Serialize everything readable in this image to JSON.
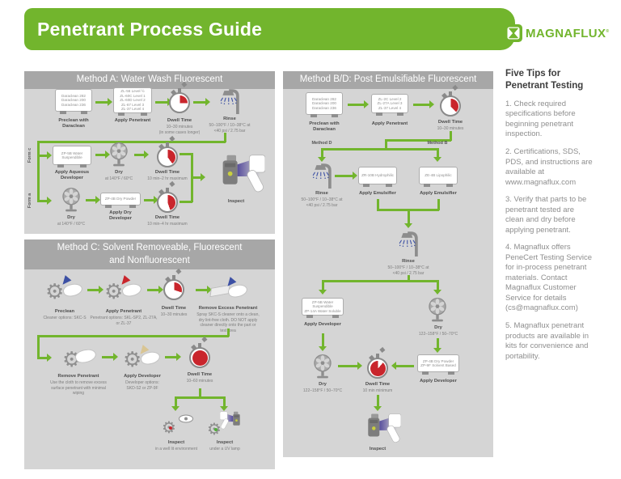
{
  "header": {
    "title": "Penetrant Process Guide",
    "brand": "MAGNAFLUX",
    "brand_reg": "®"
  },
  "method_a": {
    "title": "Method A: Water Wash Fluorescent",
    "preclean_tank": "Daraclean 282\nDaraclean 200\nDaraclean 236",
    "preclean_label": "Preclean with\nDaraclean",
    "penetrant_tank": "ZL-56 Level ½\nZL-60C Level 1\nZL-60D Level 2\nZL-67 Level 3\nZL-37 Level 4",
    "penetrant_label": "Apply Penetrant",
    "dwell1_label": "Dwell Time",
    "dwell1_detail": "10–30 minutes\n(in some cases longer)",
    "rinse_label": "Rinse",
    "rinse_detail": "50–100°F / 10–38°C at\n<40 psi / 2.75 bar",
    "form_c": "Form c",
    "form_a": "Form a",
    "aq_dev_tank": "ZP-5B Water\nSuspendible",
    "aq_dev_label": "Apply Aqueous\nDeveloper",
    "dry_c_label": "Dry",
    "dry_c_detail": "at 140°F / 60°C",
    "dwell_c_label": "Dwell Time",
    "dwell_c_detail": "10 min–2 hr maximum",
    "dry_a_label": "Dry",
    "dry_a_detail": "at 140°F / 60°C",
    "dry_dev_tank": "ZP-4B Dry Powder",
    "dry_dev_label": "Apply Dry\nDeveloper",
    "dwell_a_label": "Dwell Time",
    "dwell_a_detail": "10 min–4 hr maximum",
    "inspect_label": "Inspect"
  },
  "method_bd": {
    "title": "Method B/D: Post Emulsifiable Fluorescent",
    "preclean_tank": "Daraclean 282\nDaraclean 200\nDaraclean 236",
    "preclean_label": "Preclean with\nDaraclean",
    "penetrant_tank": "ZL-2C Level 2\nZL-27A Level 3\nZL-37 Level 4",
    "penetrant_label": "Apply Penetrant",
    "dwell1_label": "Dwell Time",
    "dwell1_detail": "10–30 minutes",
    "method_d": "Method D",
    "method_b": "Method B",
    "rinse1_label": "Rinse",
    "rinse1_detail": "50–100°F / 10–38°C at\n<40 psi / 2.75 bar",
    "hydro_tank": "ZR-10B Hydrophilic",
    "hydro_label": "Apply Emulsifier",
    "lipo_tank": "ZE-4B Lipophilic",
    "lipo_label": "Apply Emulsifier",
    "rinse2_label": "Rinse",
    "rinse2_detail": "50–100°F / 10–38°C at\n<40 psi / 2.75 bar",
    "aq_dev_tank": "ZP-5B Water Suspendible\nZP-14A Water Soluble",
    "aq_dev_label": "Apply Developer",
    "dry1_label": "Dry",
    "dry1_detail": "122–158°F / 50–70°C",
    "dry2_label": "Dry",
    "dry2_detail": "122–158°F / 50–70°C",
    "dry_dev_tank": "ZP-4B Dry Powder\nZP-9F Solvent Based",
    "dry_dev_label": "Apply Developer",
    "dwell2_label": "Dwell Time",
    "dwell2_detail": "10 min minimum",
    "inspect_label": "Inspect"
  },
  "method_c": {
    "title": "Method C: Solvent Removeable, Fluorescent\nand Nonfluorescent",
    "preclean_label": "Preclean",
    "preclean_detail": "Cleaner options: SKC-S",
    "penetrant_label": "Apply Penetrant",
    "penetrant_detail": "Penetrant options: SKL-SP2, ZL-27A,\nor ZL-37",
    "dwell1_label": "Dwell Time",
    "dwell1_detail": "10–30 minutes",
    "remove_excess_label": "Remove Excess Penetrant",
    "remove_excess_detail": "Spray SKC-S cleaner onto a clean,\ndry lint-free cloth. DO NOT apply\ncleaner directly onto the part or\ntest area",
    "remove_label": "Remove Penetrant",
    "remove_detail": "Use the cloth to remove excess\nsurface penetrant with minimal\nwiping",
    "dev_label": "Apply Developer",
    "dev_detail": "Developer options:\nSKD-S2 or ZP-9F",
    "dwell2_label": "Dwell Time",
    "dwell2_detail": "10–60 minutes",
    "inspect1_label": "Inspect",
    "inspect1_detail": "in a well lit environment",
    "inspect2_label": "Inspect",
    "inspect2_detail": "under a UV lamp"
  },
  "sidebar": {
    "title": "Five Tips for\nPenetrant Testing",
    "tips": [
      "1. Check required\nspecifications before\nbeginning penetrant\ninspection.",
      "2. Certifications, SDS,\nPDS, and instructions are\navailable at\nwww.magnaflux.com",
      "3. Verify that parts to be\npenetrant tested are\nclean and dry before\napplying penetrant.",
      "4. Magnaflux offers\nPeneCert Testing Service\nfor in-process penetrant\nmaterials. Contact\nMagnaflux Customer\nService for details\n(cs@magnaflux.com)",
      "5. Magnaflux penetrant\nproducts are available in\nkits for convenience and\nportability."
    ]
  },
  "colors": {
    "green": "#72b52d",
    "red": "#c9252c",
    "panel_bg": "#d5d5d5",
    "panel_header_bg": "#a7a7a7",
    "uv_purple": "#4a3f96",
    "spray_blue": "#3c50a4"
  }
}
